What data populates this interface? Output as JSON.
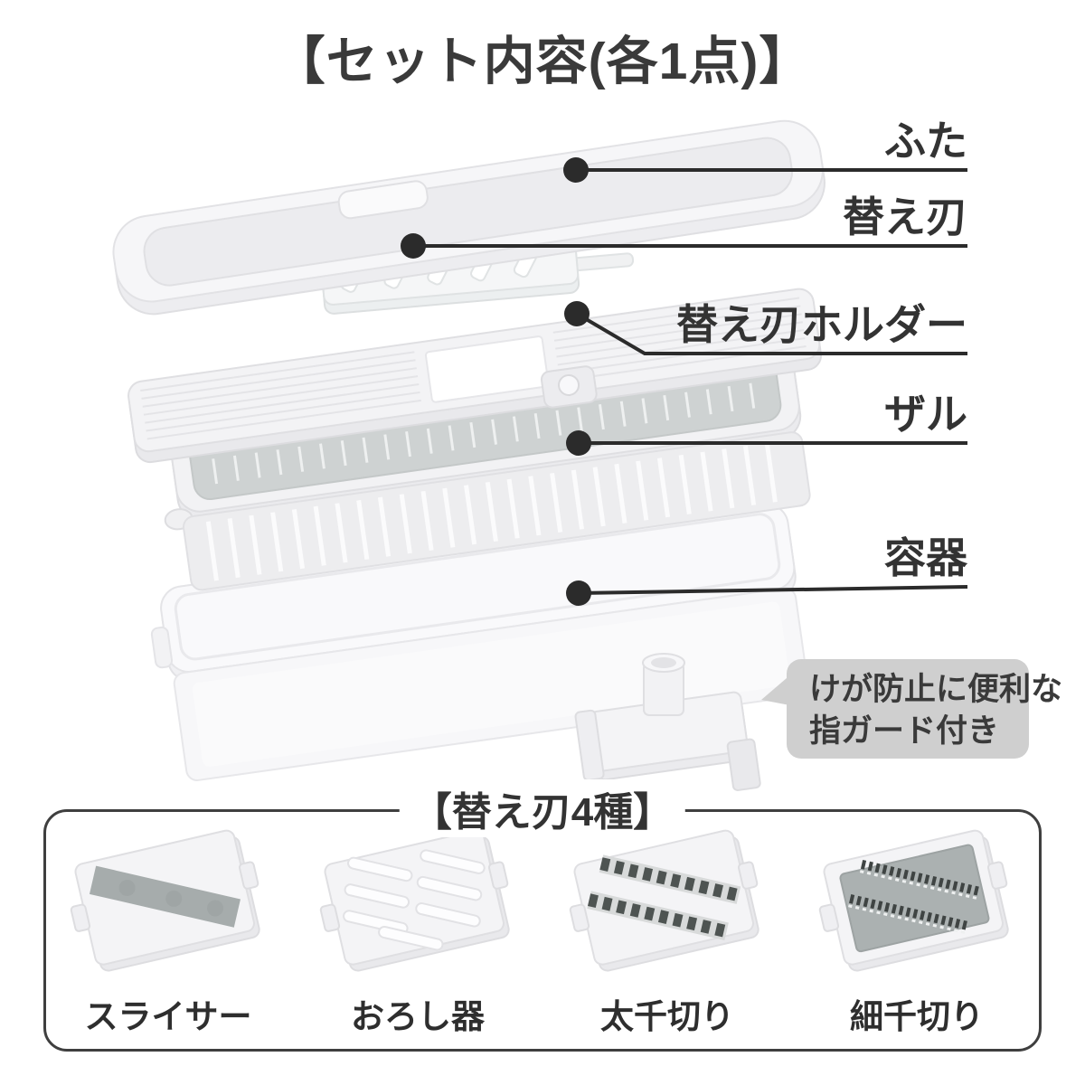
{
  "title": "【セット内容(各1点)】",
  "parts": [
    {
      "id": "lid",
      "label": "ふた"
    },
    {
      "id": "replacement-blade",
      "label": "替え刃"
    },
    {
      "id": "blade-holder",
      "label": "替え刃ホルダー"
    },
    {
      "id": "colander",
      "label": "ザル"
    },
    {
      "id": "container",
      "label": "容器"
    }
  ],
  "callout": {
    "lines": [
      "けが防止に便利な",
      "指ガード付き"
    ]
  },
  "blade_section": {
    "title": "【替え刃4種】",
    "blades": [
      {
        "label": "スライサー"
      },
      {
        "label": "おろし器"
      },
      {
        "label": "太千切り"
      },
      {
        "label": "細千切り"
      }
    ]
  },
  "colors": {
    "text": "#3a3a3a",
    "leader_line": "#2b2b2b",
    "callout_bg": "#cfcfcf",
    "box_border": "#3f3f3f",
    "blade_gray": "#a6acac",
    "teeth_dark": "#4e5452"
  }
}
